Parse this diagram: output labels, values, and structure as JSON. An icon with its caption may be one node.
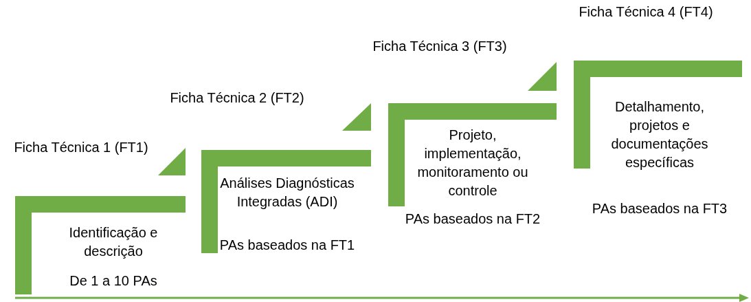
{
  "diagram": {
    "nodes": [
      {
        "text": [
          "Ficha Técnica 1 (FT1)",
          "Identificação e descrição",
          "De 1 a 10 PAs"
        ]
      },
      {
        "text": [
          "Ficha Técnica 2 (FT2)",
          "Análises Diagnósticas Integradas (ADI)",
          "PAs baseados na FT1"
        ]
      },
      {
        "text": [
          "Ficha Técnica 3 (FT3)",
          "Projeto, implementação, monitoramento ou controle",
          "PAs baseados na FT2"
        ]
      },
      {
        "text": [
          "Ficha Técnica 4 (FT4)",
          "Detalhamento, projetos e documentações específicas",
          "PAs baseados na FT3"
        ]
      }
    ]
  }
}
